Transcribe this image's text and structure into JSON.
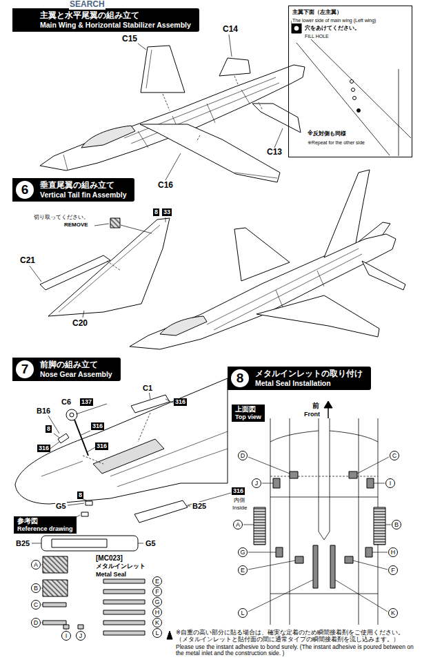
{
  "diagram": {
    "nodes": [
      {
        "text": [
          "主翼と水平尾翼の組み立て",
          "Main Wing & Horizontal Stabilizer Assembly"
        ]
      },
      {
        "text": [
          "主翼下面（左主翼）",
          "The lower side of main wing (Left wing)",
          "穴をあけてください。",
          "FILL HOLE",
          "※反対側も同様",
          "※Repeat for the other side"
        ]
      },
      {
        "text": [
          "6",
          "垂直尾翼の組み立て",
          "Vertical Tail fin Assembly"
        ]
      },
      {
        "text": [
          "8"
        ]
      },
      {
        "text": [
          "33"
        ]
      },
      {
        "text": [
          "7",
          "前脚の組み立て",
          "Nose Gear Assembly"
        ]
      },
      {
        "text": [
          "137"
        ]
      },
      {
        "text": [
          "316"
        ]
      },
      {
        "text": [
          "8"
        ]
      },
      {
        "text": [
          "316"
        ]
      },
      {
        "text": [
          "316"
        ]
      },
      {
        "text": [
          "316"
        ]
      },
      {
        "text": [
          "316"
        ]
      },
      {
        "text": [
          "8"
        ]
      },
      {
        "text": [
          "8"
        ]
      },
      {
        "text": [
          "8",
          "メタルインレットの取り付け",
          "Metal Seal Installation"
        ]
      },
      {
        "text": [
          "上面図",
          "Top view"
        ]
      },
      {
        "text": [
          "D"
        ]
      },
      {
        "text": [
          "C"
        ]
      },
      {
        "text": [
          "J"
        ]
      },
      {
        "text": [
          "I"
        ]
      },
      {
        "text": [
          "A"
        ]
      },
      {
        "text": [
          "B"
        ]
      },
      {
        "text": [
          "G"
        ]
      },
      {
        "text": [
          "H"
        ]
      },
      {
        "text": [
          "E"
        ]
      },
      {
        "text": [
          "F"
        ]
      },
      {
        "text": [
          "L"
        ]
      },
      {
        "text": [
          "K"
        ]
      },
      {
        "text": [
          "参考図",
          "Reference drawing"
        ]
      },
      {
        "text": [
          "A"
        ]
      },
      {
        "text": [
          "B"
        ]
      },
      {
        "text": [
          "C"
        ]
      },
      {
        "text": [
          "D"
        ]
      },
      {
        "text": [
          "E"
        ]
      },
      {
        "text": [
          "F"
        ]
      },
      {
        "text": [
          "G"
        ]
      },
      {
        "text": [
          "H"
        ]
      },
      {
        "text": [
          "I"
        ]
      },
      {
        "text": [
          "J"
        ]
      },
      {
        "text": [
          "K"
        ]
      },
      {
        "text": [
          "L"
        ]
      }
    ],
    "labels": [
      "SEARCH",
      "C15",
      "C14",
      "C13",
      "C16",
      "切り取ってください。",
      "REMOVE",
      "C21",
      "C20",
      "B16",
      "C6",
      "C1",
      "G5",
      "B25",
      "内側",
      "Inside",
      "B25",
      "G5",
      "[MC023]",
      "メタルインレット",
      "Metal Seal",
      "前",
      "Front",
      "※自重の高い部分に貼る場合は、確実な定着のため瞬間接着剤をご使用ください。 （メタルインレットと貼付面の間に通常タイプの瞬間接着剤を流し込みます。）",
      "Please use the instant adhesive to bond surely. (The instant adhesive is poured between on the metal inlet and the construction side. )"
    ]
  }
}
